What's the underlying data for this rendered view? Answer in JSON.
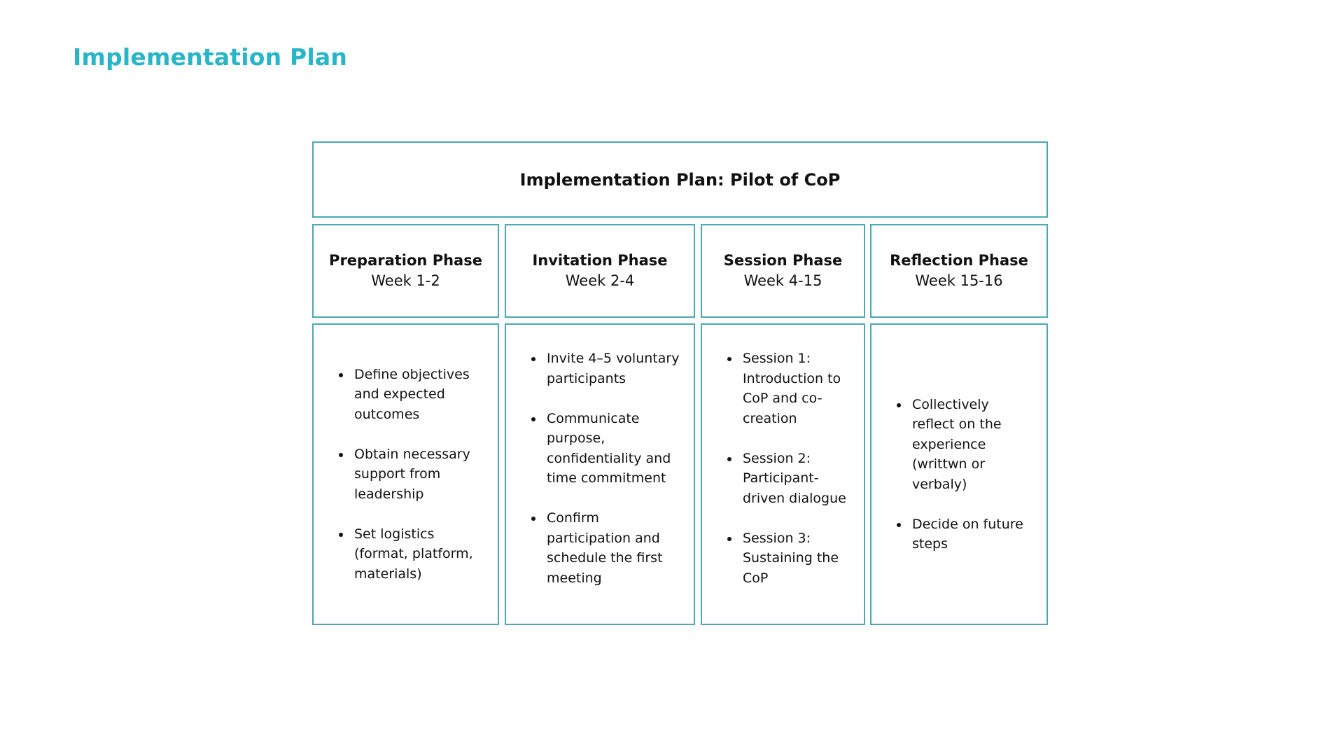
{
  "page": {
    "title": "Implementation Plan"
  },
  "table": {
    "title": "Implementation Plan: Pilot of CoP",
    "phases": [
      {
        "name": "Preparation Phase",
        "week": "Week 1-2",
        "items": [
          "Define objectives and expected outcomes",
          " Obtain necessary support from leadership",
          "Set logistics (format, platform, materials)"
        ]
      },
      {
        "name": "Invitation Phase",
        "week": "Week 2-4",
        "items": [
          "Invite 4–5 voluntary participants",
          "Communicate purpose, confidentiality and time commitment",
          "Confirm participation and schedule the first meeting"
        ]
      },
      {
        "name": "Session Phase",
        "week": "Week 4-15",
        "items": [
          "Session 1: Introduction to CoP and co-creation",
          "Session 2: Participant-driven dialogue",
          "Session 3: Sustaining the CoP"
        ]
      },
      {
        "name": "Reflection Phase",
        "week": "Week 15-16",
        "items": [
          "Collectively reflect on the experience (writtwn or verbaly)",
          "Decide on future steps"
        ]
      }
    ]
  },
  "colors": {
    "title": "#29b5c8",
    "border": "#4aa8b8",
    "text": "#111111"
  }
}
